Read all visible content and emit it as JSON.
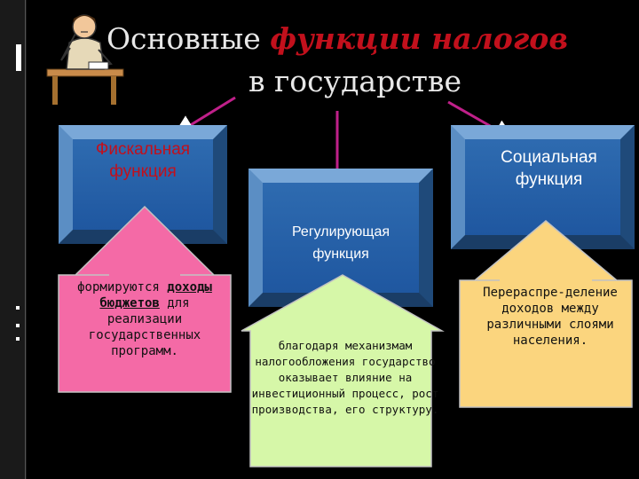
{
  "title": {
    "prefix": "Основные ",
    "highlight": "функции налогов",
    "line2": "в государстве"
  },
  "boxes": {
    "fiscal": {
      "label": "Фискальная функция"
    },
    "regulating": {
      "label": "Регулирующая функция"
    },
    "social": {
      "label": "Социальная функция"
    }
  },
  "descriptions": {
    "fiscal": {
      "before": "формируются ",
      "underlined": "доходы бюджетов",
      "after": " для реализации государственных программ."
    },
    "regulating": "благодаря механизмам налогообложения государство оказывает влияние на инвестиционный процесс, рост производства, его структуру.",
    "social": "Перераспре-деление доходов между различными слоями населения."
  },
  "colors": {
    "highlight": "#c2101c",
    "fiscal_text": "#c2101c",
    "box_text": "#ffffff",
    "fiscal_callout": "#f46aa6",
    "regulating_callout": "#d6f7a8",
    "social_callout": "#fbd57e",
    "connector": "#c0208a"
  }
}
